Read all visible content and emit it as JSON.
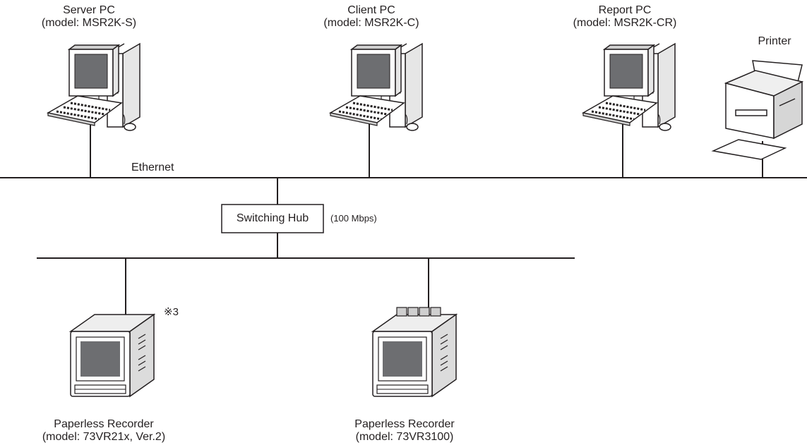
{
  "devices": {
    "server_pc": {
      "title": "Server PC",
      "model": "(model: MSR2K-S)"
    },
    "client_pc": {
      "title": "Client PC",
      "model": "(model: MSR2K-C)"
    },
    "report_pc": {
      "title": "Report PC",
      "model": "(model: MSR2K-CR)"
    },
    "printer": {
      "title": "Printer"
    },
    "recorder_1": {
      "title": "Paperless Recorder",
      "model": "(model: 73VR21x, Ver.2)",
      "note": "※3"
    },
    "recorder_2": {
      "title": "Paperless Recorder",
      "model": "(model: 73VR3100)"
    }
  },
  "network": {
    "ethernet_label": "Ethernet",
    "hub_label": "Switching Hub",
    "hub_speed": "(100 Mbps)"
  },
  "colors": {
    "line": "#231f20",
    "device_fill": "#ffffff",
    "device_shade": "#d8d8d8",
    "screen": "#6d6e71"
  }
}
